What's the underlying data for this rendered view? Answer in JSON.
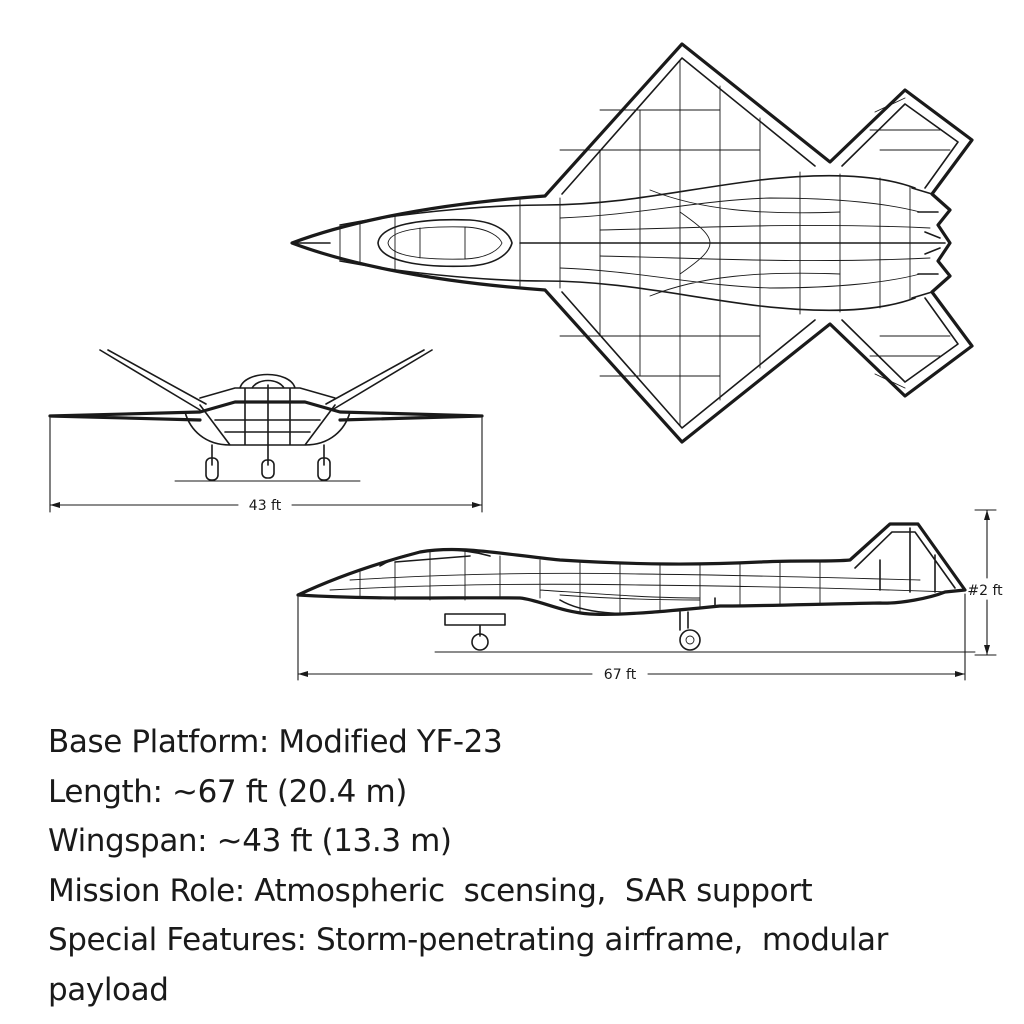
{
  "dimensions": {
    "wingspan_label": "43 ft",
    "length_label": "67 ft",
    "height_label": "#2 ft"
  },
  "views": [
    "top-view",
    "front-view",
    "side-view"
  ],
  "specs": [
    "Base Platform: Modified YF-23",
    "Length: ~67 ft (20.4 m)",
    "Wingspan: ~43 ft (13.3 m)",
    "Mission Role: Atmospheric  scensing,  SAR support",
    "Special Features: Storm-penetrating airframe,  modular",
    "payload"
  ]
}
